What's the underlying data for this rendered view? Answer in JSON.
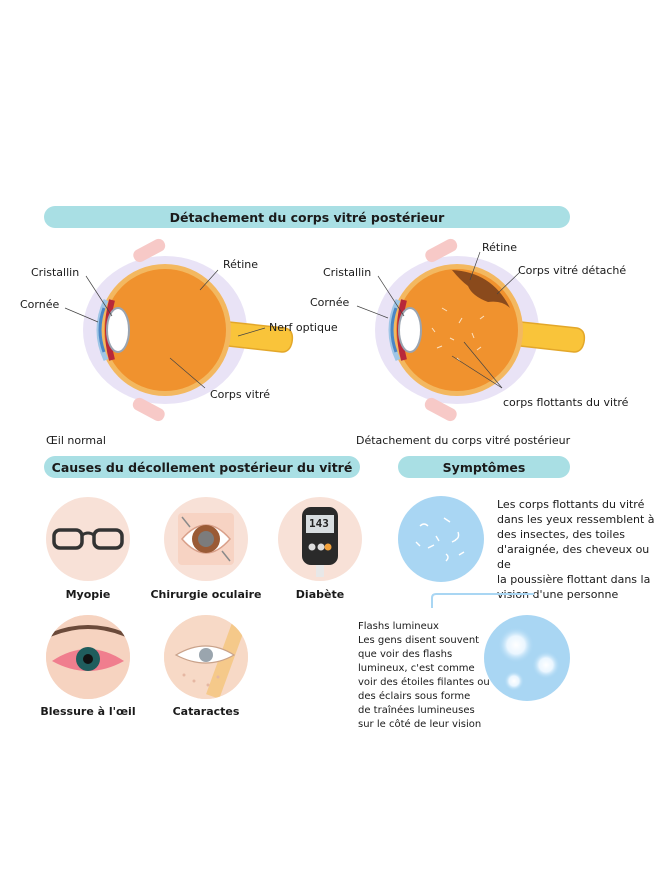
{
  "header": {
    "title": "Détachement du corps vitré postérieur"
  },
  "eye_normal": {
    "labels": {
      "cristallin": "Cristallin",
      "retine": "Rétine",
      "cornee": "Cornée",
      "nerf": "Nerf optique",
      "corps_vitre": "Corps vitré"
    },
    "caption": "Œil normal"
  },
  "eye_detached": {
    "labels": {
      "retine": "Rétine",
      "cristallin": "Cristallin",
      "corps_vitre_detache": "Corps vitré détaché",
      "cornee": "Cornée",
      "flottants": "corps flottants du vitré"
    },
    "caption": "Détachement du corps vitré postérieur"
  },
  "causes": {
    "title": "Causes du décollement postérieur du vitré",
    "items": [
      {
        "label": "Myopie",
        "icon": "glasses-icon"
      },
      {
        "label": "Chirurgie oculaire",
        "icon": "eye-surgery-icon"
      },
      {
        "label": "Diabète",
        "icon": "glucometer-icon",
        "reading": "143"
      },
      {
        "label": "Blessure à l'œil",
        "icon": "injured-eye-icon"
      },
      {
        "label": "Cataractes",
        "icon": "cataract-icon"
      }
    ]
  },
  "symptoms": {
    "title": "Symptômes",
    "floaters_lines": [
      "Les corps flottants du vitré",
      "dans les yeux ressemblent à",
      "des insectes, des toiles",
      "d'araignée, des cheveux ou de",
      "la poussière flottant dans la",
      "vision d'une personne"
    ],
    "flashes_lines": [
      "Flashs lumineux",
      "Les gens disent souvent",
      "que voir des flashs",
      "lumineux, c'est comme",
      "voir des étoiles filantes ou",
      "des éclairs sous forme",
      "de traînées lumineuses",
      "sur le côté de leur vision"
    ]
  },
  "colors": {
    "pill": "#a9dfe4",
    "eye_orange": "#f0922e",
    "nerve_yellow": "#f9c43a",
    "circle_bg": "#f8e1d7",
    "symptom_blue": "#a9d6f3"
  }
}
